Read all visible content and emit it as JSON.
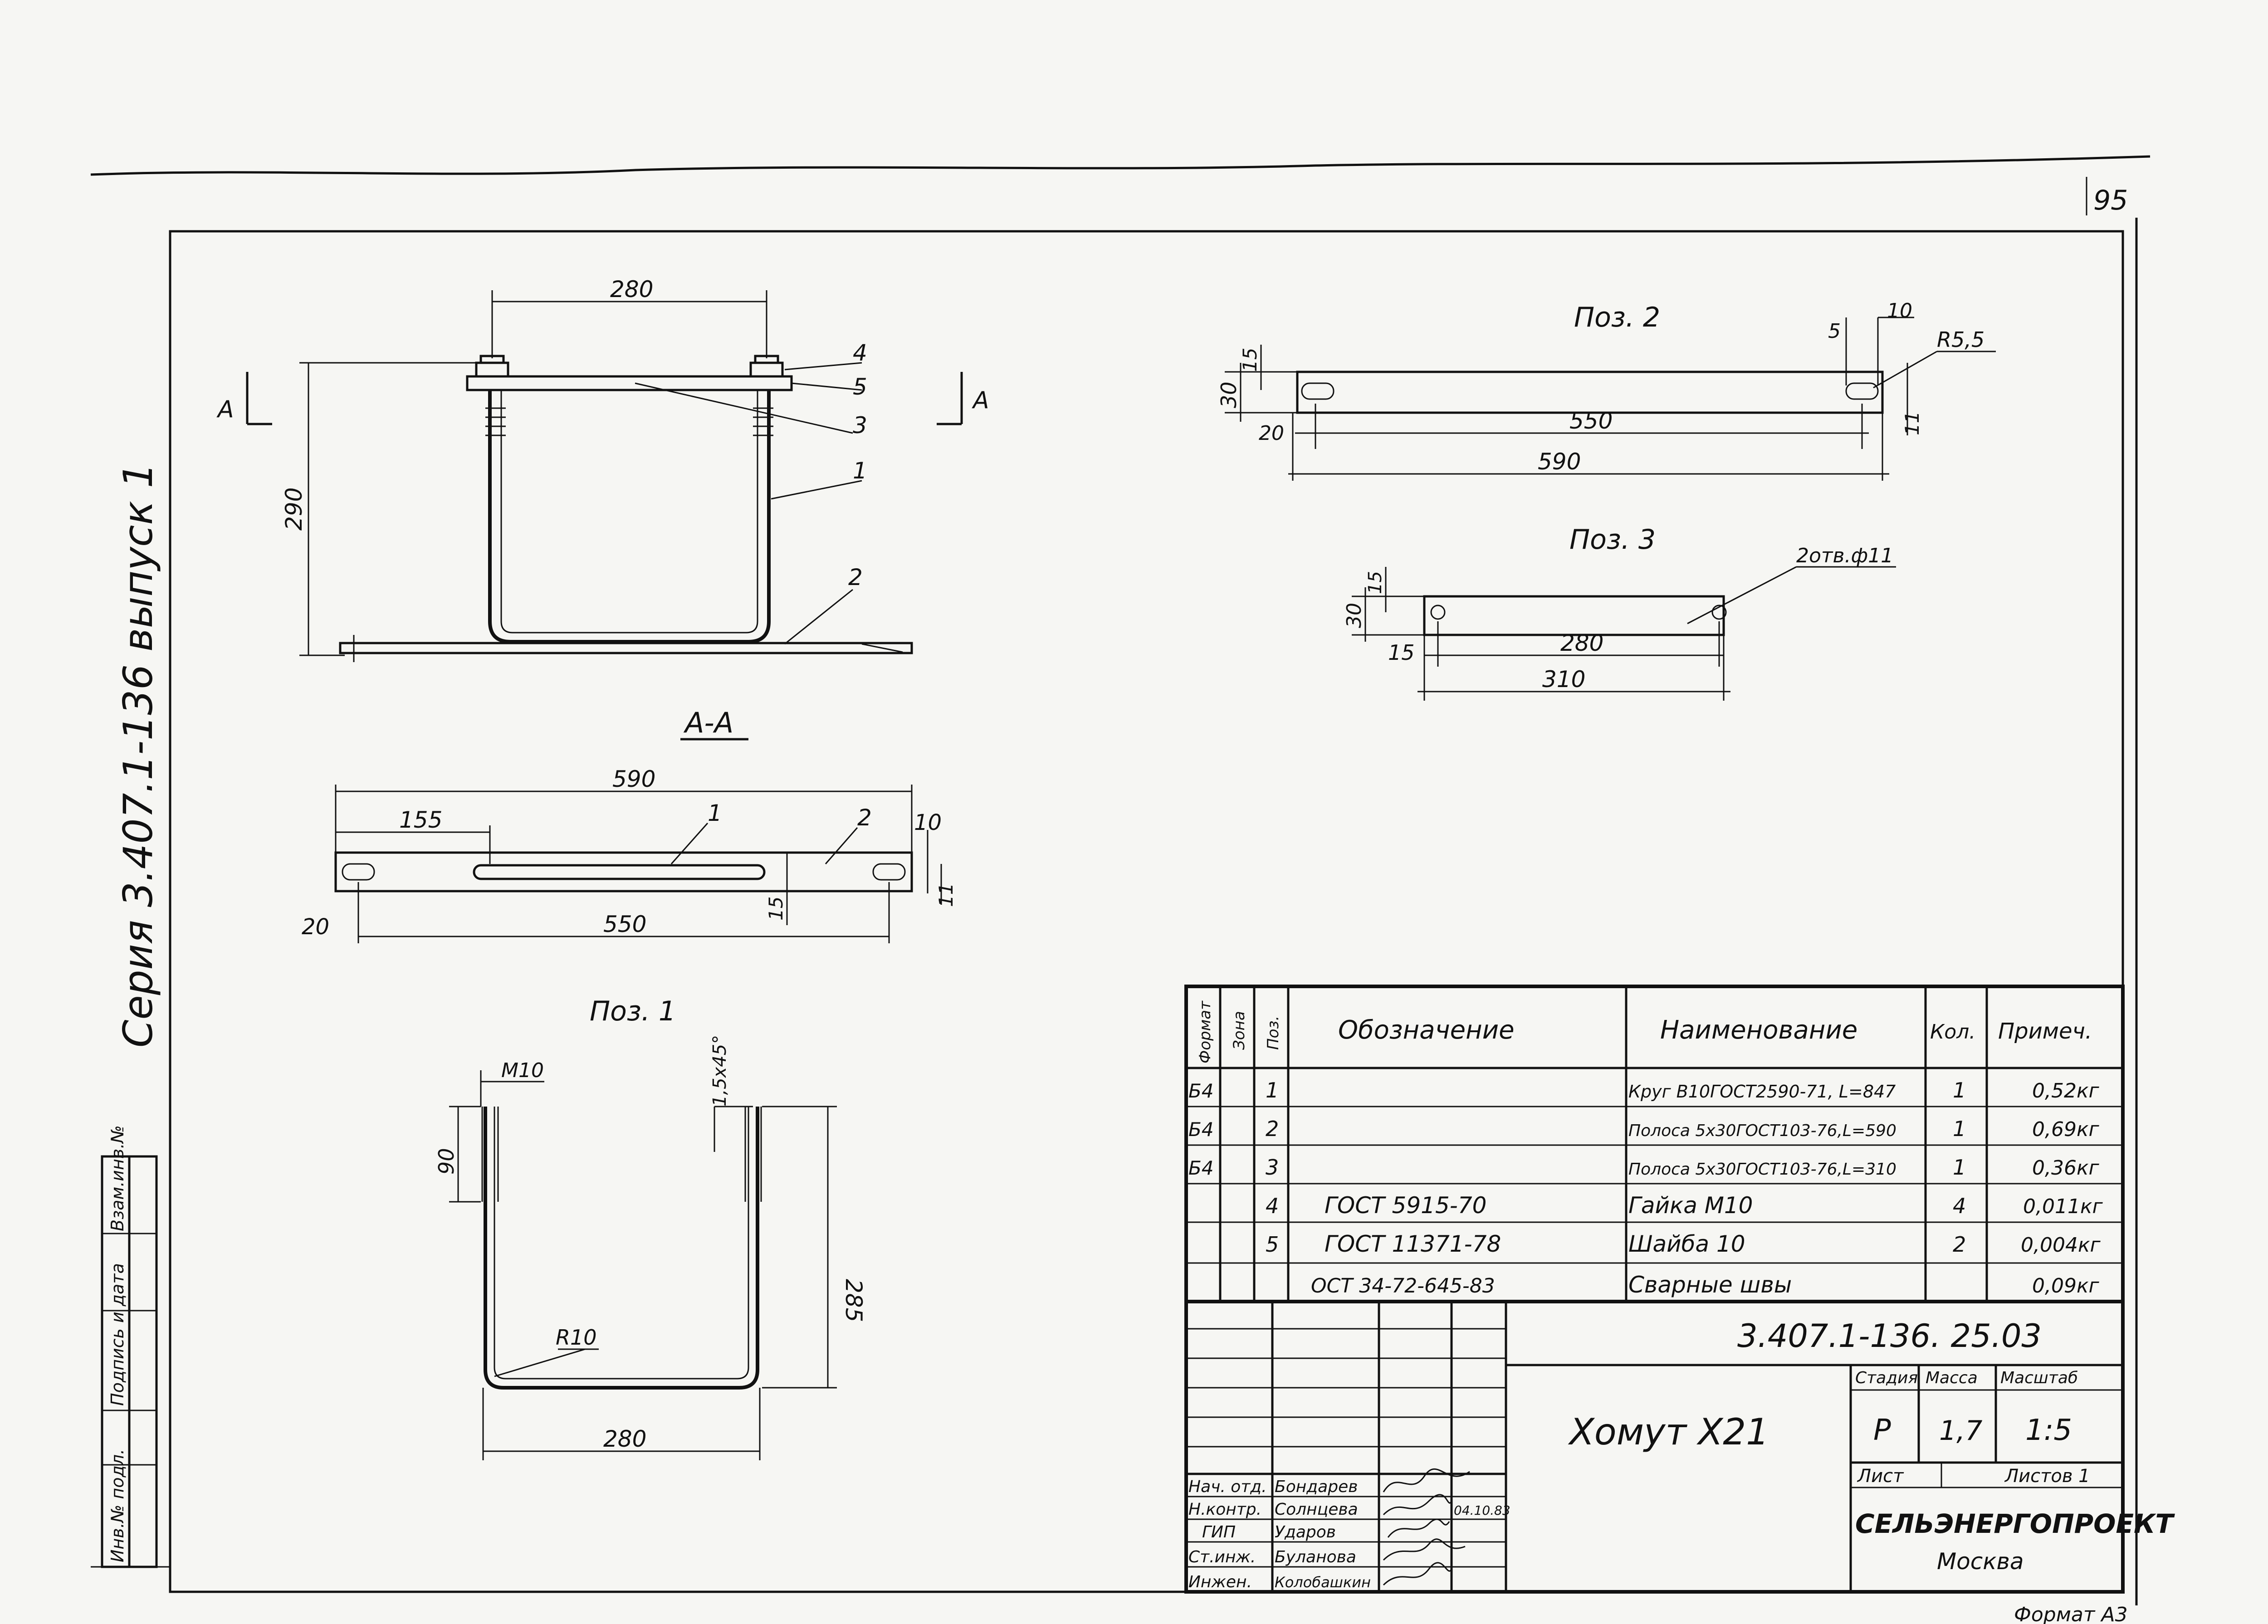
{
  "sheet": {
    "page_number": "95",
    "side_title": "Серия 3.407.1-136 выпуск 1",
    "side_stamp_labels": [
      "Взам.инв.№",
      "Подпись и дата",
      "Инв.№ подл."
    ]
  },
  "main_view": {
    "dims": {
      "width": "280",
      "height": "290"
    },
    "section_mark": "А",
    "callouts": [
      "4",
      "5",
      "3",
      "1",
      "2"
    ]
  },
  "section_aa": {
    "title": "А-А",
    "dims": {
      "total": "590",
      "offset": "155",
      "inner": "550",
      "edge": "20",
      "slot": "15",
      "hole": "10",
      "hole_h": "11"
    },
    "callouts": [
      "1",
      "2"
    ]
  },
  "pos1": {
    "title": "Поз. 1",
    "dims": {
      "thread": "М10",
      "chamfer": "1,5х45°",
      "thread_len": "90",
      "height": "285",
      "radius": "R10",
      "width": "280"
    }
  },
  "pos2": {
    "title": "Поз. 2",
    "dims": {
      "h": "30",
      "h2": "15",
      "edge": "20",
      "inner": "550",
      "total": "590",
      "slot_w": "5",
      "slot_l": "10",
      "radius": "R5,5",
      "hole": "11"
    }
  },
  "pos3": {
    "title": "Поз. 3",
    "dims": {
      "h": "30",
      "h2": "15",
      "edge": "15",
      "inner": "280",
      "total": "310",
      "holes": "2отв.ф11"
    }
  },
  "spec": {
    "headers": [
      "Формат",
      "Зона",
      "Поз.",
      "Обозначение",
      "Наименование",
      "Кол.",
      "Примеч."
    ],
    "rows": [
      {
        "format": "Б4",
        "zone": "",
        "pos": "1",
        "designation": "",
        "name": "Круг В10ГОСТ2590-71, L=847",
        "qty": "1",
        "note": "0,52кг"
      },
      {
        "format": "Б4",
        "zone": "",
        "pos": "2",
        "designation": "",
        "name": "Полоса 5х30ГОСТ103-76,L=590",
        "qty": "1",
        "note": "0,69кг"
      },
      {
        "format": "Б4",
        "zone": "",
        "pos": "3",
        "designation": "",
        "name": "Полоса 5х30ГОСТ103-76,L=310",
        "qty": "1",
        "note": "0,36кг"
      },
      {
        "format": "",
        "zone": "",
        "pos": "4",
        "designation": "ГОСТ 5915-70",
        "name": "Гайка  М10",
        "qty": "4",
        "note": "0,011кг"
      },
      {
        "format": "",
        "zone": "",
        "pos": "5",
        "designation": "ГОСТ 11371-78",
        "name": "Шайба 10",
        "qty": "2",
        "note": "0,004кг"
      },
      {
        "format": "",
        "zone": "",
        "pos": "",
        "designation": "ОСТ 34-72-645-83",
        "name": "Сварные  швы",
        "qty": "",
        "note": "0,09кг"
      }
    ]
  },
  "title_block": {
    "doc_code": "3.407.1-136. 25.03",
    "item_name": "Хомут  Х21",
    "stage_label": "Стадия",
    "mass_label": "Масса",
    "scale_label": "Масштаб",
    "stage": "Р",
    "mass": "1,7",
    "scale": "1:5",
    "sheet_label": "Лист",
    "sheets_label": "Листов 1",
    "org": "СЕЛЬЭНЕРГОПРОЕКТ",
    "city": "Москва",
    "date": "04.10.83",
    "staff": [
      {
        "role": "Нач. отд.",
        "name": "Бондарев"
      },
      {
        "role": "Н.контр.",
        "name": "Солнцева"
      },
      {
        "role": "ГИП",
        "name": "Ударов"
      },
      {
        "role": "Ст.инж.",
        "name": "Буланова"
      },
      {
        "role": "Инжен.",
        "name": "Колобашкин"
      }
    ]
  },
  "footer": {
    "format": "Формат А3"
  }
}
